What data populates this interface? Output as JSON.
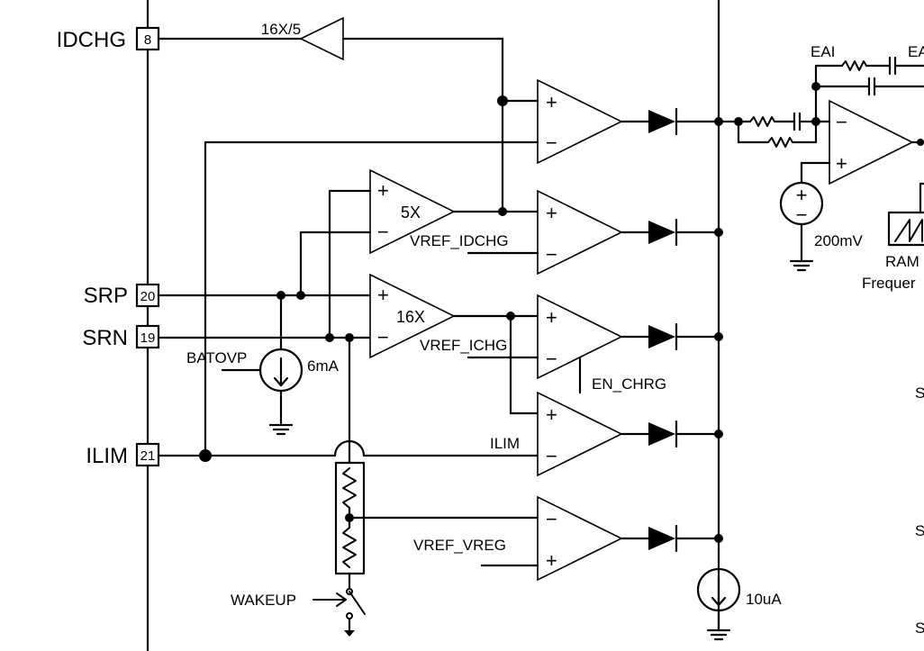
{
  "pins": [
    {
      "name": "IDCHG",
      "num": "8"
    },
    {
      "name": "SRP",
      "num": "20"
    },
    {
      "name": "SRN",
      "num": "19"
    },
    {
      "name": "ILIM",
      "num": "21"
    }
  ],
  "amplifiers": {
    "idchg_buffer_gain": "16X/5",
    "srp_srn_gain_5x": "5X",
    "srp_srn_gain_16x": "16X"
  },
  "comparators": {
    "plus_sign": "+",
    "minus_sign": "−"
  },
  "references": {
    "vref_idchg": "VREF_IDCHG",
    "vref_ichg": "VREF_ICHG",
    "ilim": "ILIM",
    "vref_vreg": "VREF_VREG",
    "en_chrg": "EN_CHRG"
  },
  "sources": {
    "batovp": "BATOVP",
    "current_6ma": "6mA",
    "current_10ua": "10uA",
    "voltage_200mv": "200mV",
    "wakeup": "WAKEUP"
  },
  "error_amp": {
    "label_eai": "EAI",
    "label_eao_partial": "EA",
    "ramp_partial": "RAM",
    "frequency_partial": "Frequer",
    "s_partial_1": "S",
    "s_partial_2": "S",
    "s_partial_3": "S"
  }
}
